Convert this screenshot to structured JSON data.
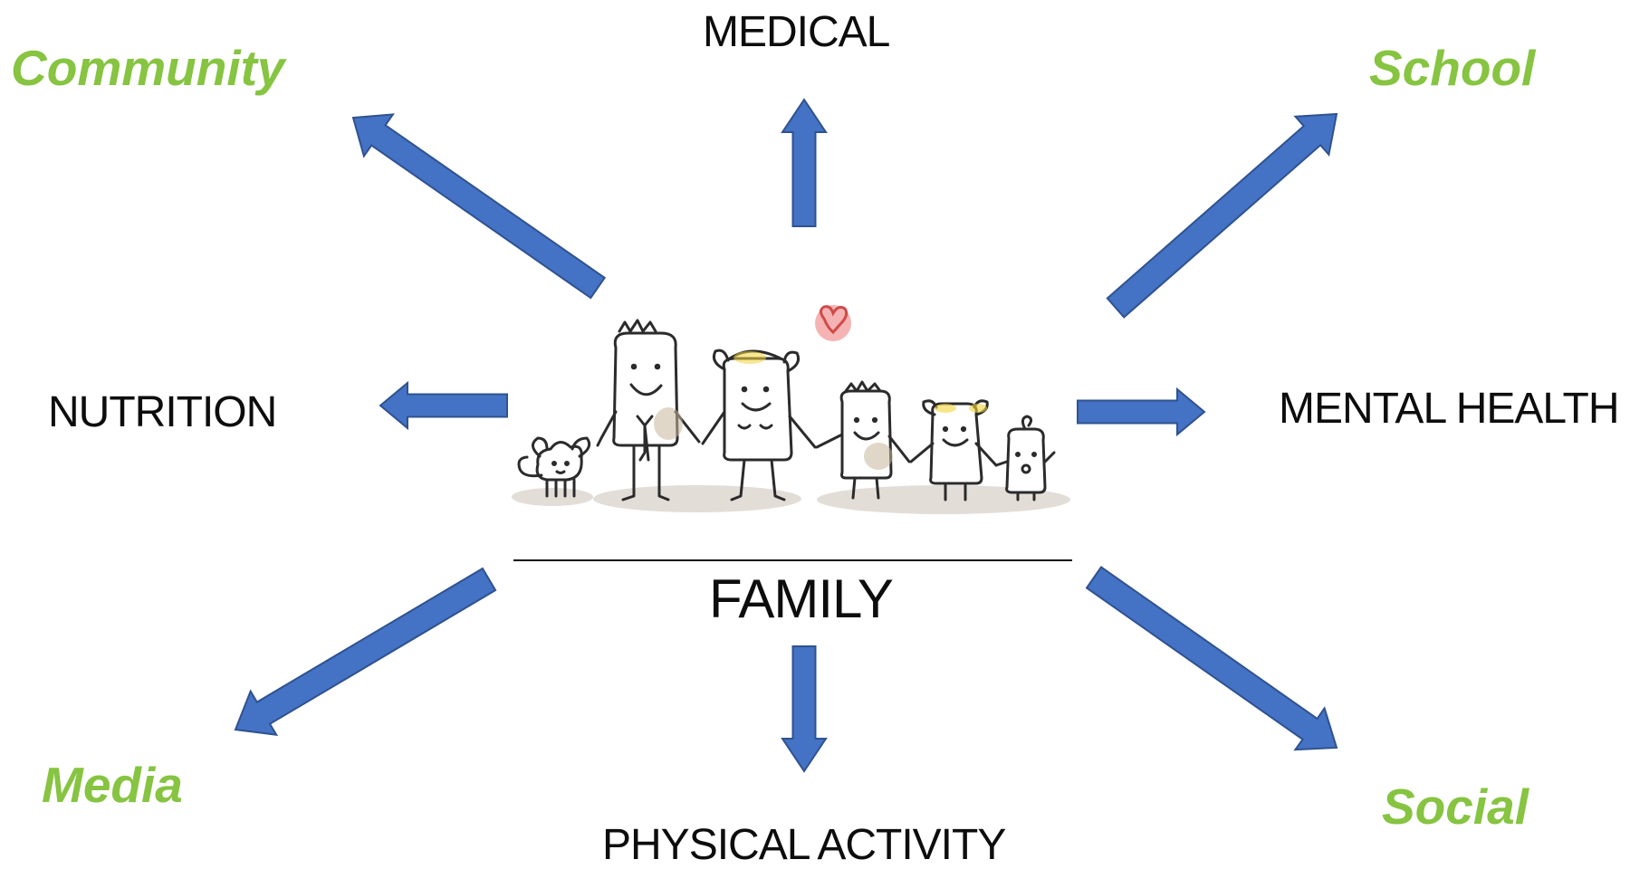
{
  "center": {
    "label": "FAMILY"
  },
  "domains": {
    "medical": "MEDICAL",
    "nutrition": "NUTRITION",
    "mental_health": "MENTAL HEALTH",
    "physical_activity": "PHYSICAL ACTIVITY"
  },
  "contexts": {
    "community": "Community",
    "school": "School",
    "media": "Media",
    "social": "Social"
  },
  "colors": {
    "arrow_fill": "#4472c4",
    "arrow_stroke": "#2f528f",
    "context_text": "#86c441",
    "domain_text": "#0d0d0d",
    "heart": "#f08080",
    "hair_highlight": "#f2d43a"
  },
  "illustration": {
    "icon": "family-holding-hands-icon"
  }
}
